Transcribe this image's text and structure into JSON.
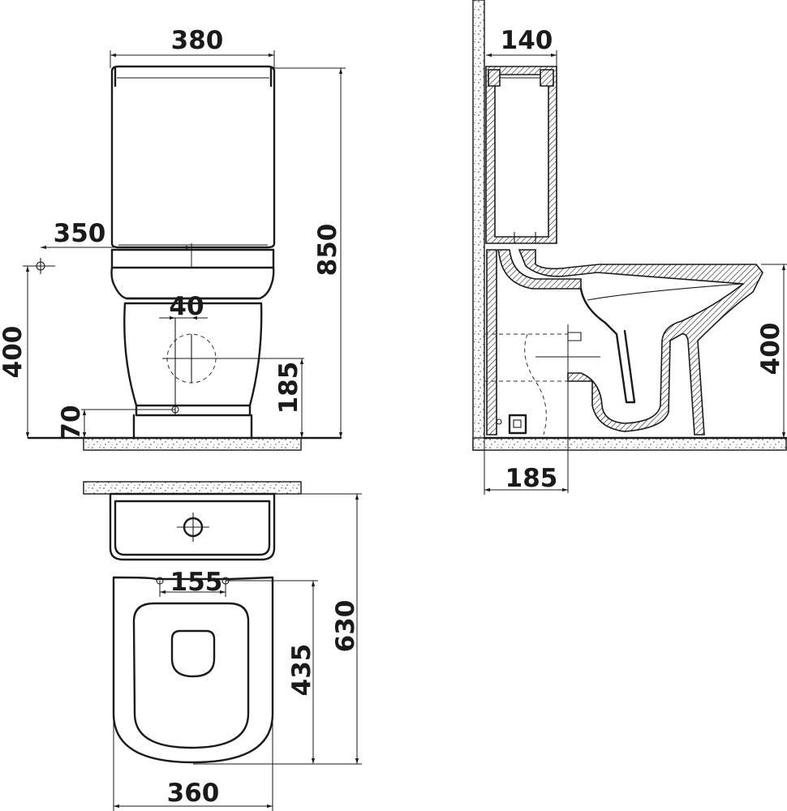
{
  "views": {
    "front": {
      "dims": {
        "width_top": "380",
        "height_total": "850",
        "inlet_offset": "350",
        "inlet_height": "400",
        "outlet_diameter": "40",
        "outlet_height": "185",
        "base_height": "70"
      }
    },
    "side": {
      "dims": {
        "tank_depth": "140",
        "inlet_height": "400",
        "outlet_offset": "185"
      }
    },
    "top": {
      "dims": {
        "bolt_spacing": "155",
        "bolt_to_front": "435",
        "total_depth": "630",
        "total_width": "360"
      }
    }
  },
  "colors": {
    "line": "#1a1a1a",
    "background": "#ffffff"
  }
}
